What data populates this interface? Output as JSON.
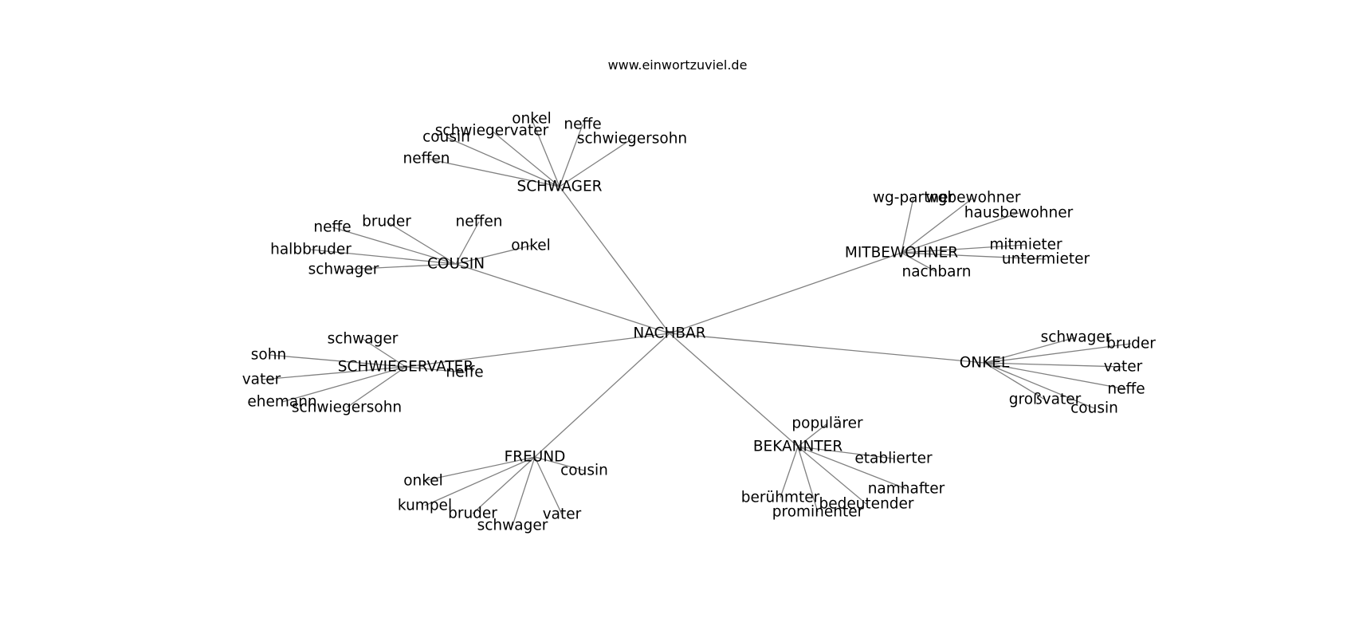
{
  "header": {
    "site": "www.einwortzuviel.de"
  },
  "colors": {
    "edge": "#808080",
    "text": "#000000",
    "background": "#ffffff"
  },
  "graph": {
    "root": "NACHBAR",
    "groups": [
      {
        "label": "SCHWAGER",
        "children": [
          "onkel",
          "neffe",
          "schwiegervater",
          "schwiegersohn",
          "cousin",
          "neffen"
        ]
      },
      {
        "label": "COUSIN",
        "children": [
          "neffe",
          "bruder",
          "neffen",
          "halbbruder",
          "onkel",
          "schwager"
        ]
      },
      {
        "label": "MITBEWOHNER",
        "children": [
          "wg-partner",
          "wgbewohner",
          "hausbewohner",
          "mitmieter",
          "untermieter",
          "nachbarn"
        ]
      },
      {
        "label": "SCHWIEGERVATER",
        "children": [
          "schwager",
          "sohn",
          "vater",
          "neffe",
          "ehemann",
          "schwiegersohn"
        ]
      },
      {
        "label": "ONKEL",
        "children": [
          "schwager",
          "bruder",
          "vater",
          "neffe",
          "großvater",
          "cousin"
        ]
      },
      {
        "label": "BEKANNTER",
        "children": [
          "populärer",
          "etablierter",
          "namhafter",
          "berühmter",
          "bedeutender",
          "prominenter"
        ]
      },
      {
        "label": "FREUND",
        "children": [
          "onkel",
          "cousin",
          "kumpel",
          "bruder",
          "vater",
          "schwager"
        ]
      }
    ]
  }
}
